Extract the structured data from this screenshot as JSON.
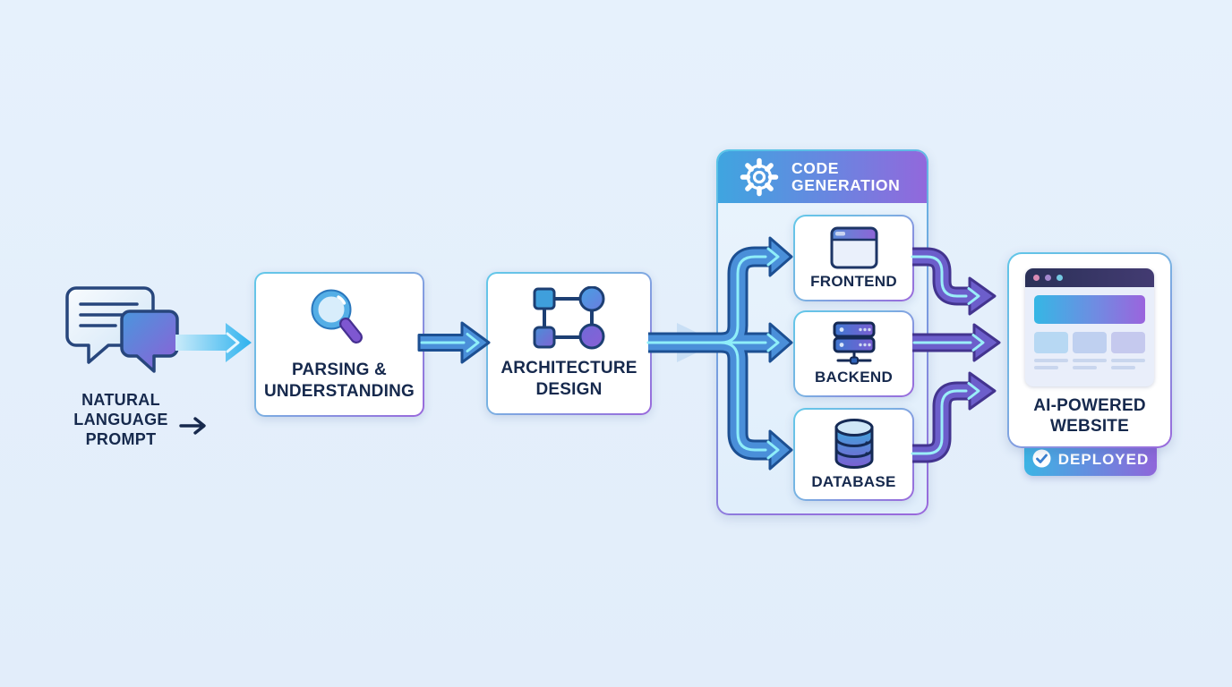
{
  "diagram": {
    "prompt": {
      "line1": "NATURAL",
      "line2": "LANGUAGE",
      "line3": "PROMPT"
    },
    "parsing": {
      "line1": "PARSING &",
      "line2": "UNDERSTANDING"
    },
    "architecture": {
      "line1": "ARCHITECTURE",
      "line2": "DESIGN"
    },
    "code_generation": {
      "header_line1": "CODE",
      "header_line2": "GENERATION",
      "frontend_label": "FRONTEND",
      "backend_label": "BACKEND",
      "database_label": "DATABASE"
    },
    "website": {
      "line1": "AI-POWERED",
      "line2": "WEBSITE",
      "badge_label": "DEPLOYED"
    }
  },
  "icons": {
    "prompt": "chat-bubbles-icon",
    "parsing": "magnifier-icon",
    "architecture": "nodes-graph-icon",
    "code_generation": "gear-icon",
    "frontend": "browser-window-icon",
    "backend": "server-stack-icon",
    "database": "database-cylinder-icon",
    "website": "website-mockup",
    "deployed": "check-circle-icon"
  },
  "colors": {
    "background": "#e4eefb",
    "text_navy": "#16294d",
    "box_fill": "#ffffff",
    "border_gradient_start": "#62c8e9",
    "border_gradient_end": "#9a68dc",
    "panel_header_start": "#3fa5e0",
    "panel_header_end": "#9268dc",
    "arrow_blue_fill": "#4a8fd9",
    "arrow_blue_edge": "#1c4f92",
    "arrow_purple_fill": "#6c5ecb",
    "arrow_purple_edge": "#43348f",
    "arrow_inner_cyan": "#8feef9",
    "arrow_cyan_gradient_start": "#c9ebfa",
    "arrow_cyan_gradient_end": "#2eb2ee",
    "badge_gradient_start": "#3cb4e4",
    "badge_gradient_end": "#8f66da"
  }
}
